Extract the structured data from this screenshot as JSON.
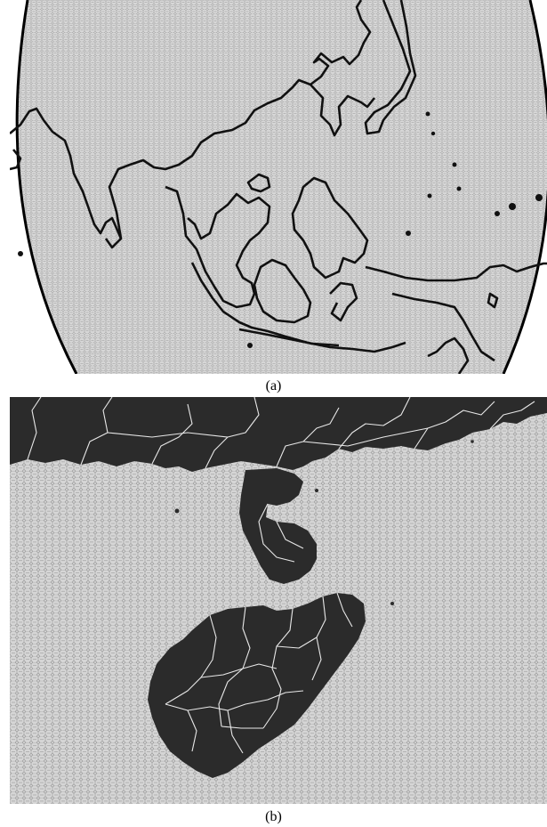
{
  "figure": {
    "panels": [
      {
        "id": "a",
        "caption": "(a)"
      },
      {
        "id": "b",
        "caption": "(b)"
      }
    ]
  },
  "colors": {
    "mesh_fill": "#cfcfcf",
    "mesh_line": "#7a7a7a",
    "land": "#2b2b2b",
    "border_lines": "#e6e6e6",
    "coast": "#111111"
  }
}
